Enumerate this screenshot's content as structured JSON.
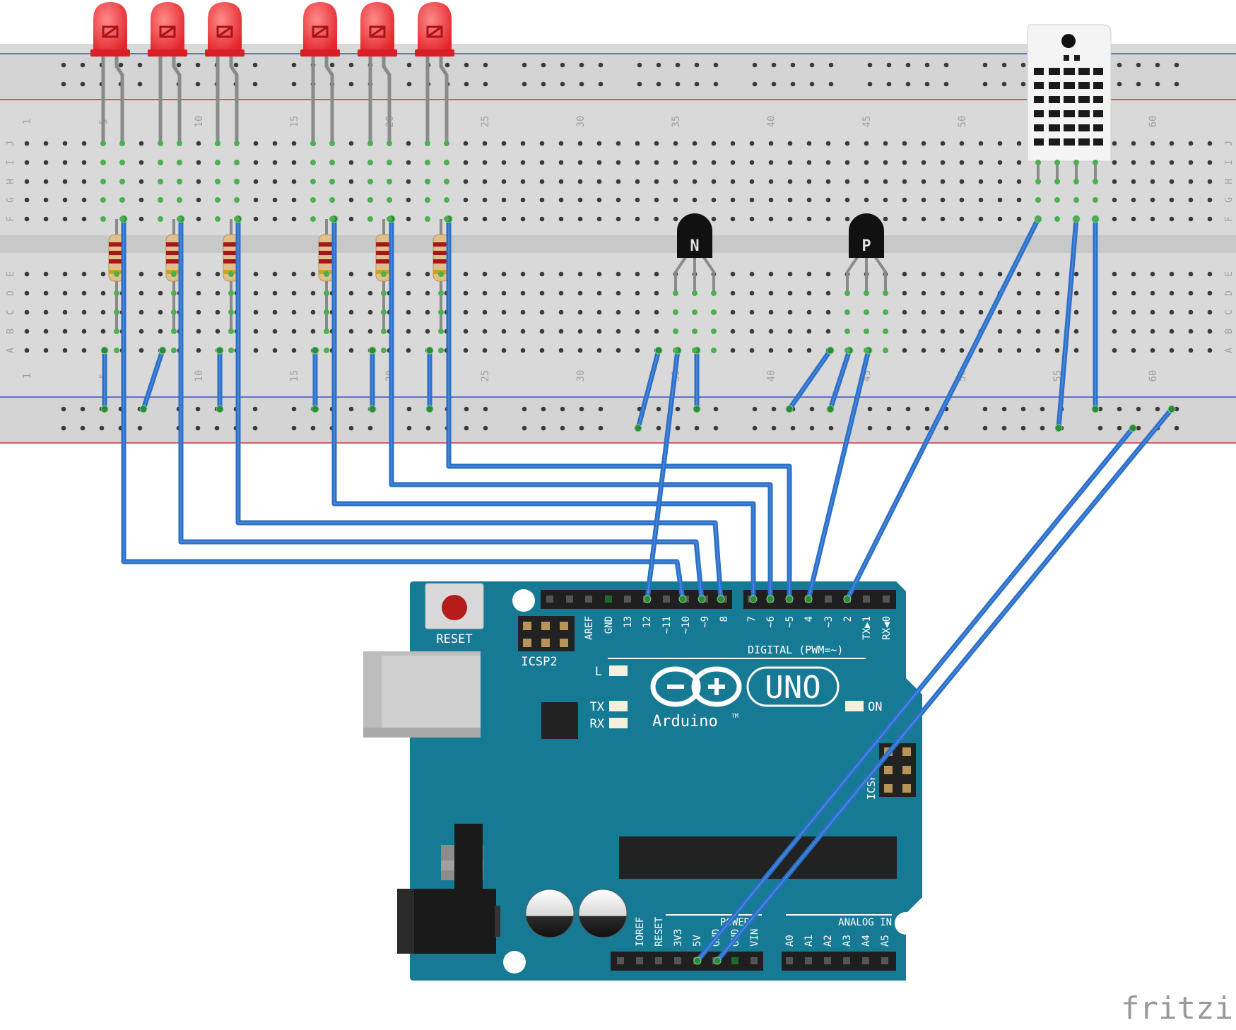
{
  "breadboard": {
    "column_numbers": [
      "1",
      "5",
      "10",
      "15",
      "20",
      "25",
      "30",
      "35",
      "40",
      "45",
      "50",
      "55",
      "60"
    ],
    "row_letters_top": [
      "J",
      "I",
      "H",
      "G",
      "F"
    ],
    "row_letters_bottom": [
      "E",
      "D",
      "C",
      "B",
      "A"
    ]
  },
  "transistors": [
    {
      "id": "npn",
      "letter": "N"
    },
    {
      "id": "pnp",
      "letter": "P"
    }
  ],
  "arduino": {
    "reset_label": "RESET",
    "icsp2_label": "ICSP2",
    "icsp_label": "ICSP",
    "digital_label": "DIGITAL (PWM=~)",
    "uno_label": "UNO",
    "brand_label": "Arduino",
    "brand_tm": "TM",
    "led_l": "L",
    "led_tx": "TX",
    "led_rx": "RX",
    "on_label": "ON",
    "power_label": "POWER",
    "analog_label": "ANALOG IN",
    "digital_pins": [
      "AREF",
      "GND",
      "13",
      "12",
      "~11",
      "~10",
      "~9",
      "8",
      "7",
      "~6",
      "~5",
      "4",
      "~3",
      "2",
      "TX▶1",
      "RX◀0"
    ],
    "power_pins": [
      "IOREF",
      "RESET",
      "3V3",
      "5V",
      "GND",
      "GND",
      "VIN"
    ],
    "analog_pins": [
      "A0",
      "A1",
      "A2",
      "A3",
      "A4",
      "A5"
    ]
  },
  "watermark": "fritzing",
  "colors": {
    "wire": "#2a6fc9",
    "board": "#177a95",
    "led": "#e8262a",
    "rail_red": "#d0303a",
    "rail_blue": "#3a4fc8"
  }
}
